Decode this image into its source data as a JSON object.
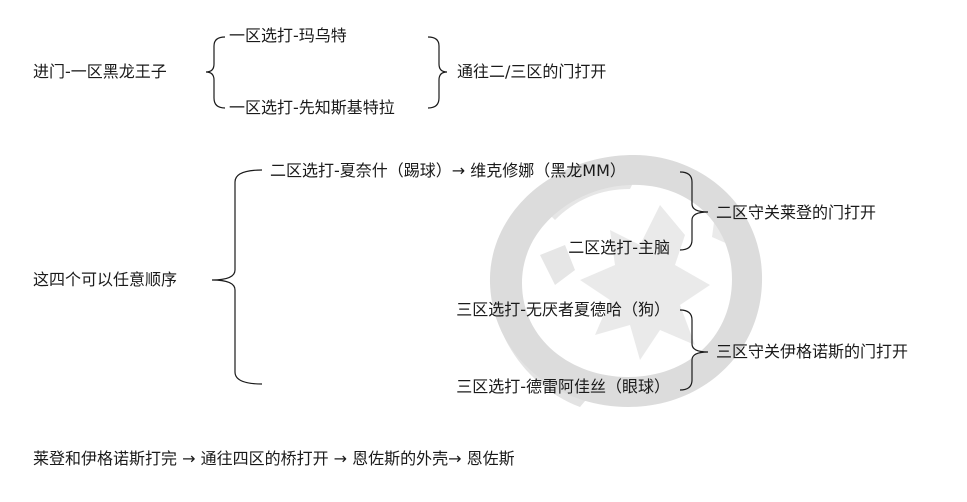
{
  "row1": {
    "left": "进门-一区黑龙王子",
    "top": "一区选打-玛乌特",
    "bottom": "一区选打-先知斯基特拉",
    "result": "通往二/三区的门打开"
  },
  "group": {
    "label": "这四个可以任意顺序",
    "zone2_line1": "二区选打-夏奈什（踢球）→ 维克修娜（黑龙MM）",
    "zone2_line2": "二区选打-主脑",
    "zone2_result": "二区守关莱登的门打开",
    "zone3_line1": "三区选打-无厌者夏德哈（狗）",
    "zone3_line2": "三区选打-德雷阿佳丝（眼球）",
    "zone3_result": "三区守关伊格诺斯的门打开"
  },
  "footer": {
    "text": "莱登和伊格诺斯打完 → 通往四区的桥打开 → 恩佐斯的外壳→ 恩佐斯"
  },
  "colors": {
    "text": "#1a1a1a",
    "watermark": "#d4d4d4"
  }
}
